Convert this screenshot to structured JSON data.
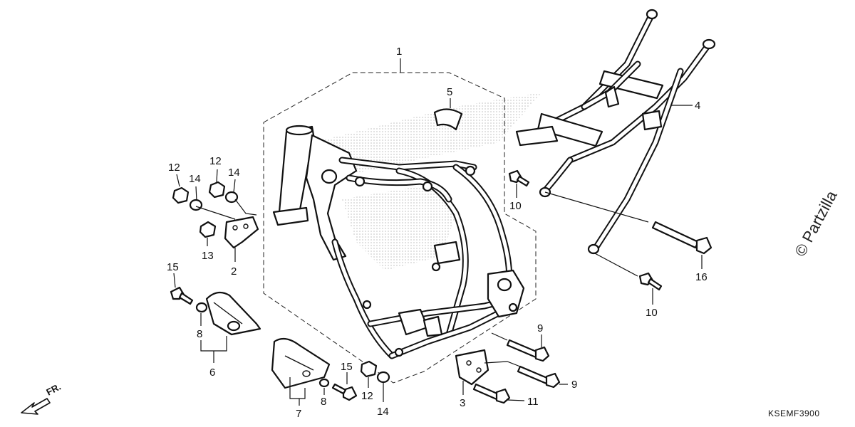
{
  "watermark": "© Partzilla",
  "diagram_code": "KSEMF3900",
  "direction_label": "FR.",
  "callouts": {
    "c1": "1",
    "c2": "2",
    "c3": "3",
    "c4": "4",
    "c5": "5",
    "c6": "6",
    "c7": "7",
    "c8a": "8",
    "c8b": "8",
    "c9a": "9",
    "c9b": "9",
    "c10a": "10",
    "c10b": "10",
    "c11": "11",
    "c12a": "12",
    "c12b": "12",
    "c12c": "12",
    "c13": "13",
    "c14a": "14",
    "c14b": "14",
    "c14c": "14",
    "c15a": "15",
    "c15b": "15",
    "c16": "16"
  }
}
